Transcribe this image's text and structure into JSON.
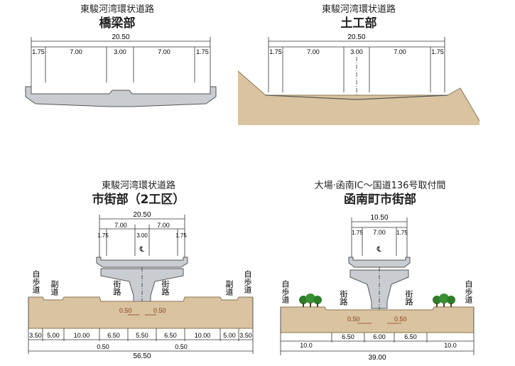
{
  "panels": [
    {
      "subtitle": "東駿河湾環状道路",
      "title": "橋梁部",
      "total": "20.50",
      "dims": [
        "1.75",
        "7.00",
        "3.00",
        "7.00",
        "1.75"
      ]
    },
    {
      "subtitle": "東駿河湾環状道路",
      "title": "土工部",
      "total": "20.50",
      "dims": [
        "1.75",
        "7.00",
        "3.00",
        "7.00",
        "1.75"
      ]
    },
    {
      "subtitle": "東駿河湾環状道路",
      "title": "市街部（2工区）",
      "top_total": "20.50",
      "top_dims": [
        "1.75",
        "7.00",
        "3.00",
        "7.00",
        "1.75"
      ],
      "labels": {
        "sidewalk_left": "自歩道",
        "side_road_left": "副道",
        "street_left": "街路",
        "street_right": "街路",
        "side_road_right": "副道",
        "sidewalk_right": "自歩道",
        "cl": "℄"
      },
      "offset_left": "0.50",
      "offset_right": "0.50",
      "bottom_dims": [
        "3.50",
        "5.00",
        "10.00",
        "6.50",
        "5.50",
        "6.50",
        "10.00",
        "5.00",
        "3.50"
      ],
      "bottom_offset_left": "0.50",
      "bottom_total": "56.50",
      "bottom_offset_right": "0.50"
    },
    {
      "subtitle": "大場·函南IC～国道136号取付間",
      "title": "函南町市街部",
      "top_total": "10.50",
      "top_dims": [
        "1.75",
        "7.00",
        "1.75"
      ],
      "labels": {
        "sidewalk_left": "自歩道",
        "street_left": "街路",
        "street_right": "街路",
        "sidewalk_right": "自歩道",
        "cl": "℄"
      },
      "offset_left": "0.50",
      "offset_right": "0.50",
      "bottom_dims": [
        "10.0",
        "6.50",
        "6.00",
        "6.50",
        "10.0"
      ],
      "bottom_total": "39.00"
    }
  ],
  "colors": {
    "structure": "#c9cdd1",
    "structure_edge": "#555555",
    "earth": "#d9c3a0",
    "earth_dark": "#c8ad85",
    "tree": "#2f7d2a",
    "line": "#333333"
  }
}
